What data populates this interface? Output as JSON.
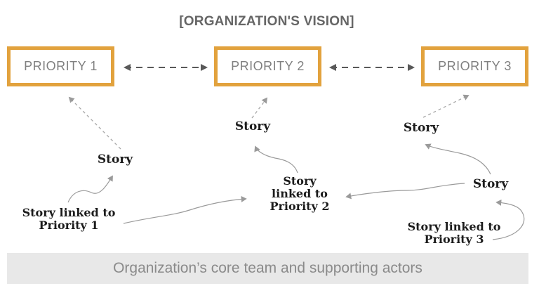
{
  "title": "[ORGANIZATION'S VISION]",
  "priorities": [
    {
      "label": "PRIORITY 1"
    },
    {
      "label": "PRIORITY 2"
    },
    {
      "label": "PRIORITY 3"
    }
  ],
  "stories": {
    "near_p1": "Story",
    "near_p2": "Story",
    "near_p3": "Story",
    "right_hub": "Story"
  },
  "story_links": {
    "p1": {
      "line1": "Story linked to",
      "line2": "Priority 1"
    },
    "p2": {
      "line1": "Story",
      "line2": "linked to",
      "line3": "Priority 2"
    },
    "p3": {
      "line1": "Story linked to",
      "line2": "Priority 3"
    }
  },
  "footer": {
    "label": "Organization’s core team and supporting actors"
  },
  "colors": {
    "priority_border": "#E2A23D",
    "priority_text": "#808080",
    "title_text": "#666666",
    "priority_link_arrow": "#595959",
    "story_arrow": "#9A9A9A",
    "story_text": "#1C1C1C",
    "footer_bg": "#E8E8E8",
    "footer_text": "#8A8A8A"
  }
}
